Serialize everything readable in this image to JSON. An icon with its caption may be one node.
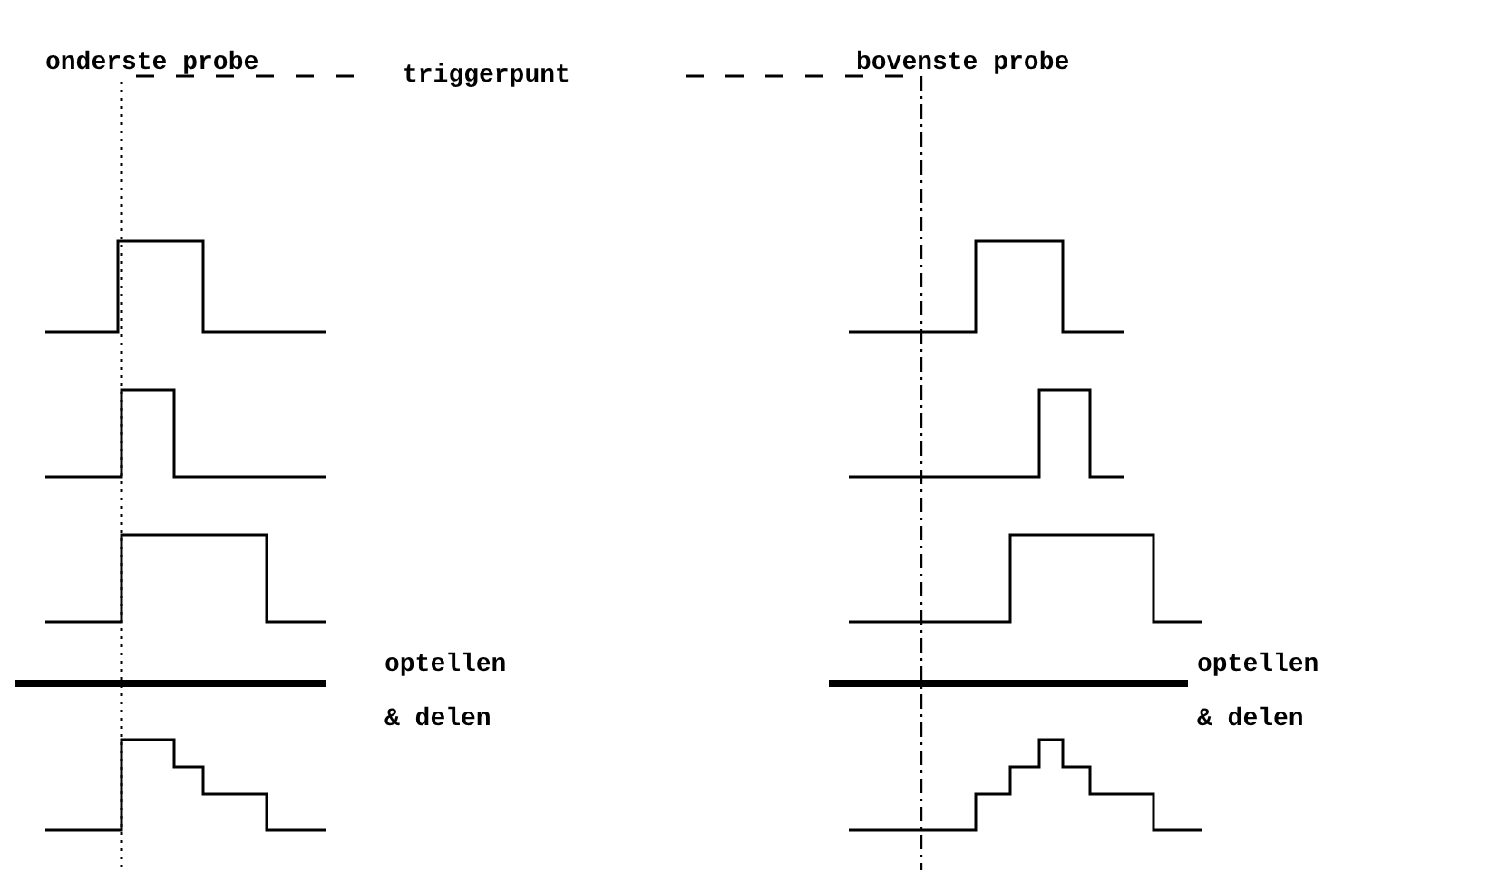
{
  "diagram": {
    "labels": [
      "onderste probe",
      "bovenste probe",
      "triggerpunt",
      "optellen & delen",
      "optellen & delen"
    ]
  }
}
